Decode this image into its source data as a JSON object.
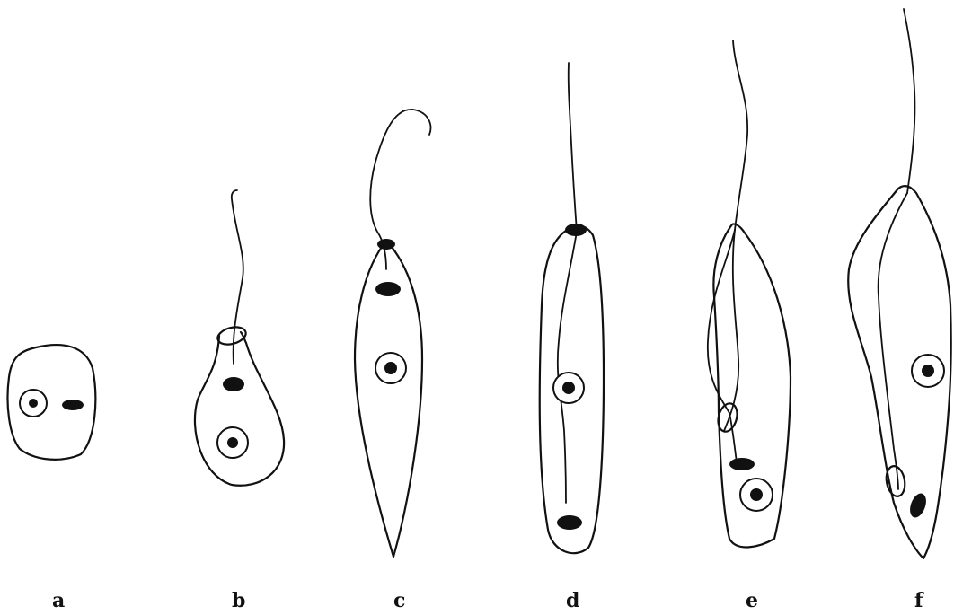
{
  "figure": {
    "stages": [
      {
        "id": "a",
        "label": "a"
      },
      {
        "id": "b",
        "label": "b"
      },
      {
        "id": "c",
        "label": "c"
      },
      {
        "id": "d",
        "label": "d"
      },
      {
        "id": "e",
        "label": "e"
      },
      {
        "id": "f",
        "label": "f"
      }
    ]
  }
}
